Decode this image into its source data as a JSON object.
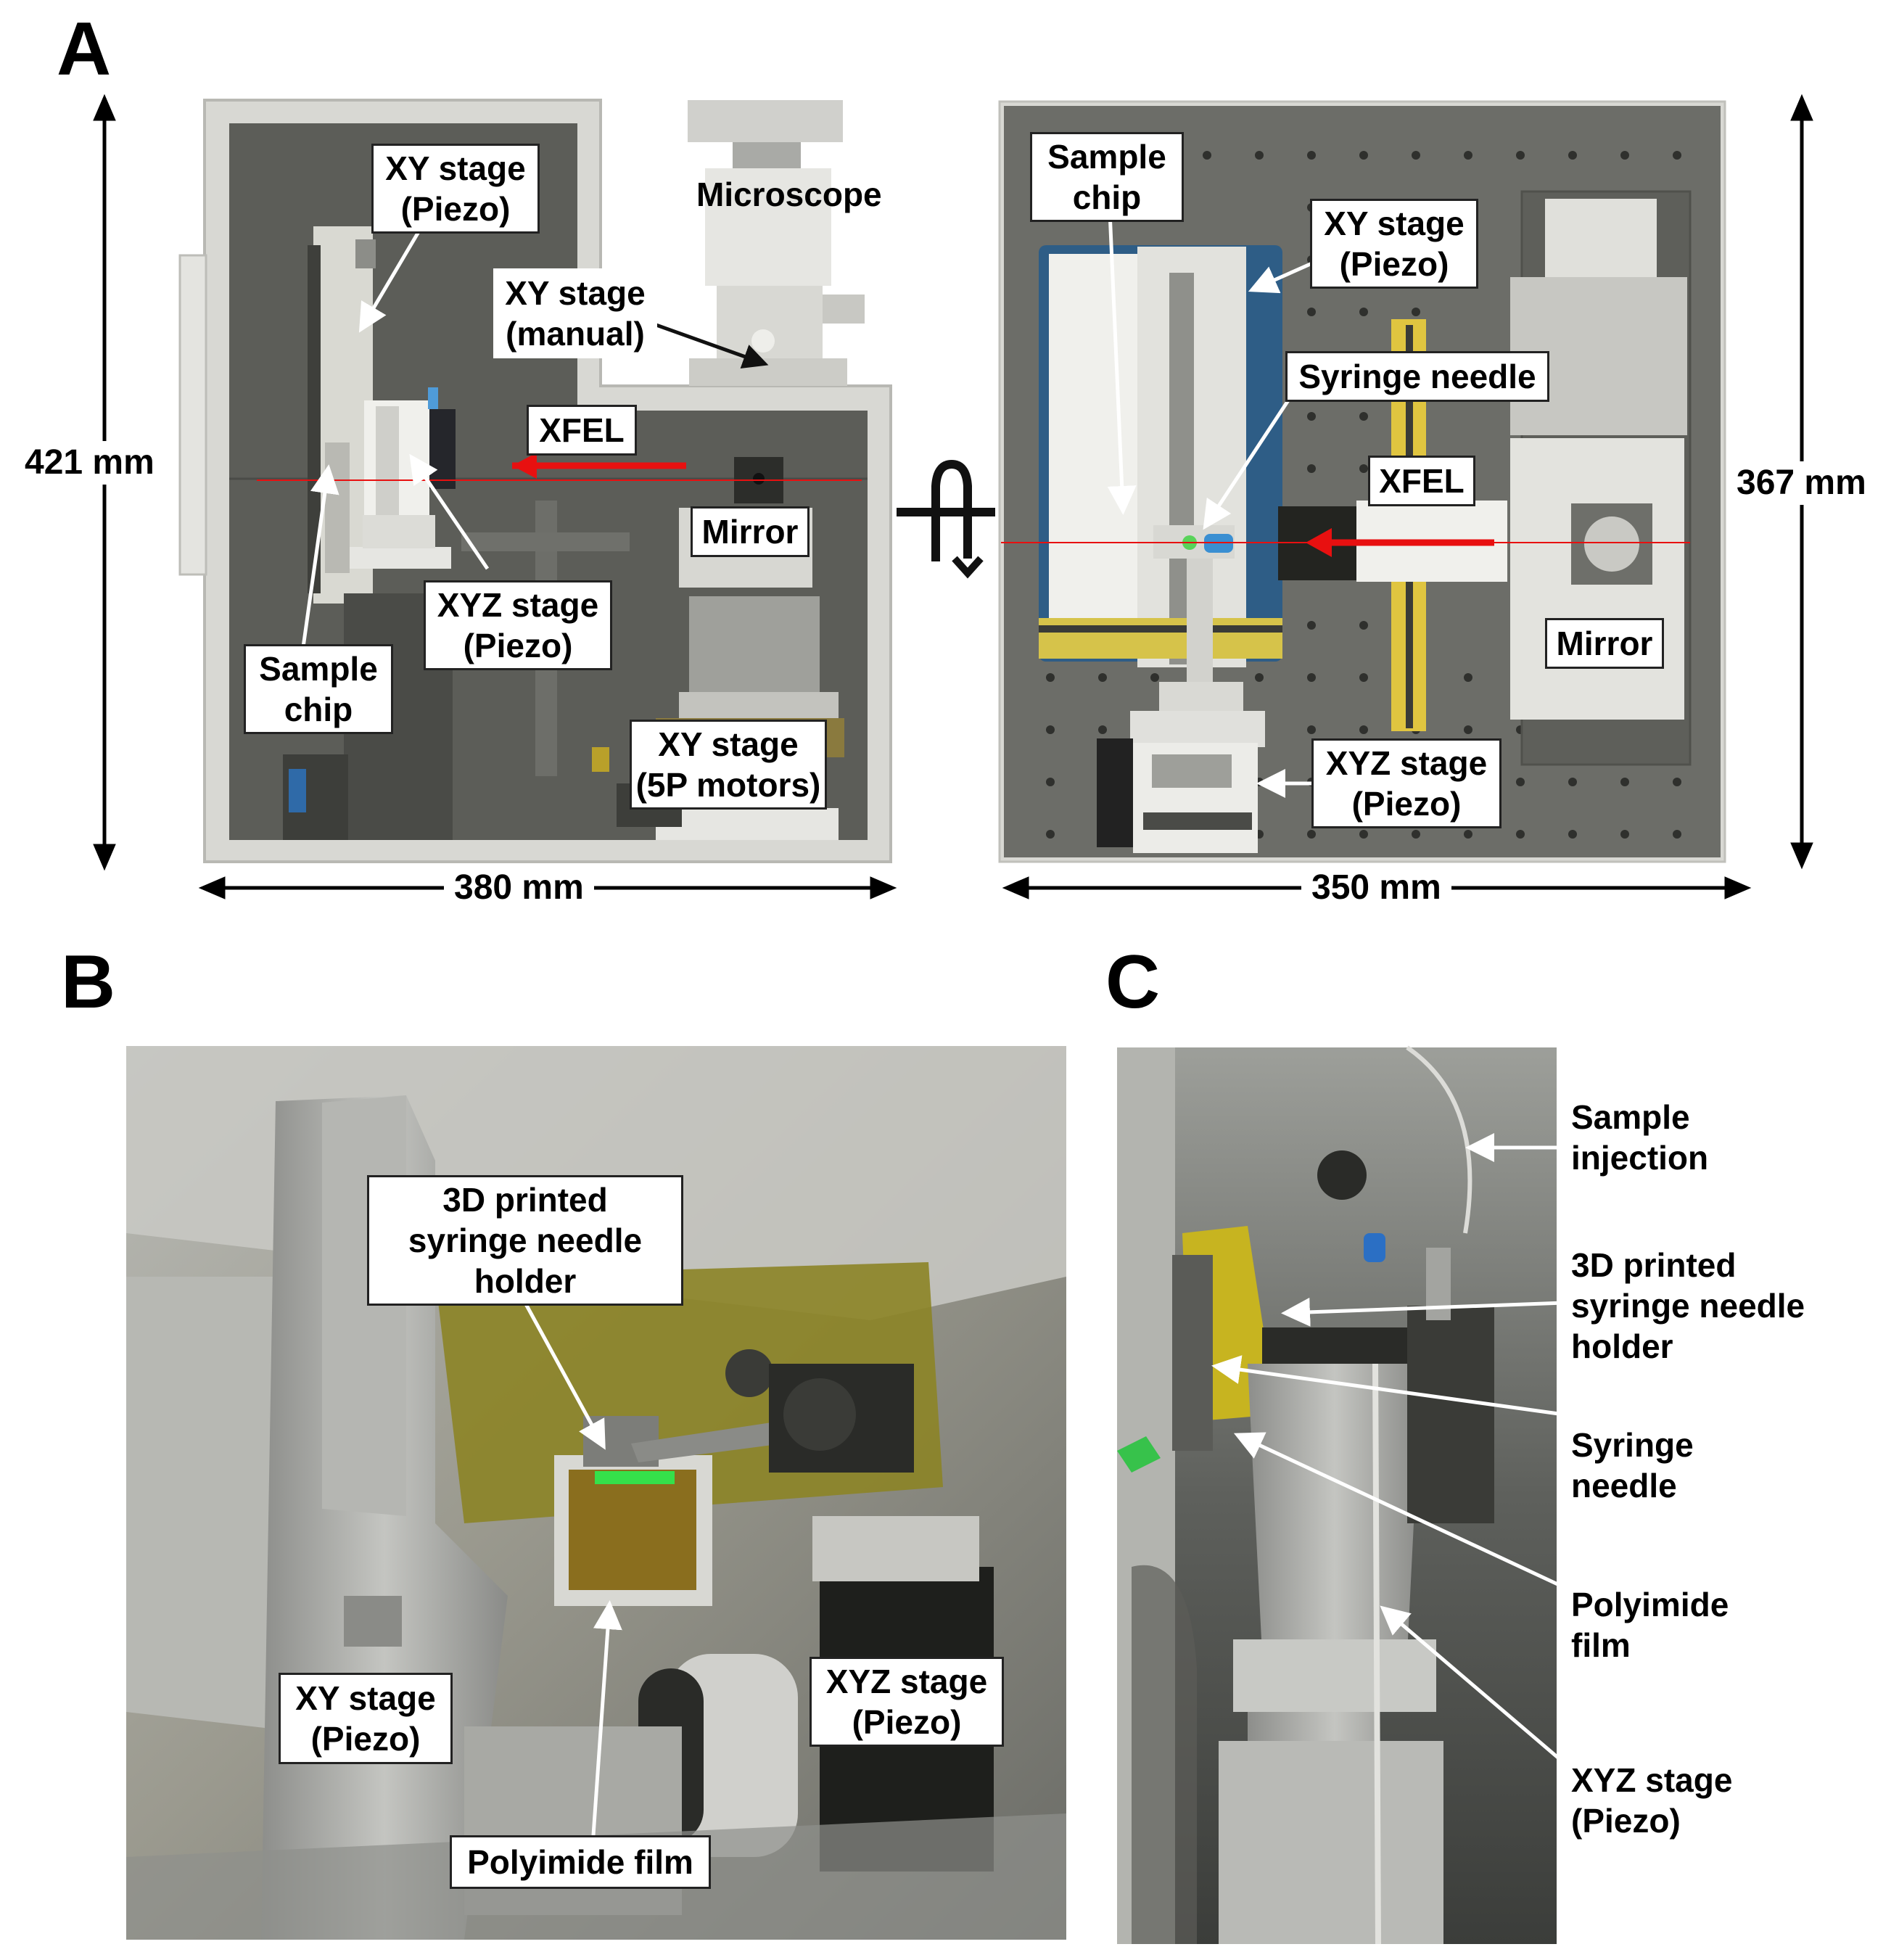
{
  "panels": {
    "a": "A",
    "b": "B",
    "c": "C"
  },
  "panel_a_left": {
    "labels": {
      "xy_piezo": [
        "XY stage",
        "(Piezo)"
      ],
      "microscope": "Microscope",
      "xy_manual": [
        "XY stage",
        "(manual)"
      ],
      "xfel": "XFEL",
      "mirror": "Mirror",
      "xyz_piezo": [
        "XYZ stage",
        "(Piezo)"
      ],
      "sample_chip": [
        "Sample",
        "chip"
      ],
      "xy_5p": [
        "XY stage",
        "(5P motors)"
      ]
    },
    "height_dim": "421 mm",
    "width_dim": "380 mm"
  },
  "panel_a_right": {
    "labels": {
      "sample_chip": [
        "Sample",
        "chip"
      ],
      "xy_piezo": [
        "XY stage",
        "(Piezo)"
      ],
      "syringe_needle": "Syringe needle",
      "xfel": "XFEL",
      "mirror": "Mirror",
      "xyz_piezo": [
        "XYZ stage",
        "(Piezo)"
      ]
    },
    "height_dim": "367 mm",
    "width_dim": "350 mm"
  },
  "panel_b": {
    "labels": {
      "holder": [
        "3D printed",
        "syringe needle",
        "holder"
      ],
      "xy_piezo": [
        "XY stage",
        "(Piezo)"
      ],
      "xyz_piezo": [
        "XYZ stage",
        "(Piezo)"
      ],
      "polyimide": "Polyimide film"
    }
  },
  "panel_c": {
    "labels": {
      "injection": [
        "Sample",
        "injection"
      ],
      "holder": [
        "3D printed",
        "syringe needle",
        "holder"
      ],
      "needle": [
        "Syringe",
        "needle"
      ],
      "polyimide": [
        "Polyimide",
        "film"
      ],
      "xyz_piezo": [
        "XYZ stage",
        "(Piezo)"
      ]
    }
  },
  "colors": {
    "beam": "#e81010",
    "housing": "#d9d9d4",
    "chamber": "#5b5c57",
    "board": "#6c6d68",
    "yellow": "#c8b020"
  }
}
